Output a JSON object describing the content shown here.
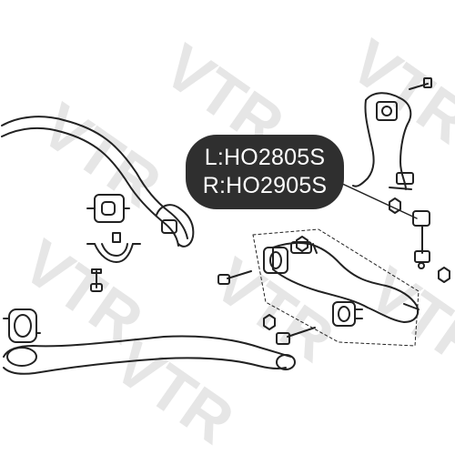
{
  "callout": {
    "left_part": "L:HO2805S",
    "right_part": "R:HO2905S"
  },
  "watermark": {
    "text": "VTR",
    "color": "#e6e6e6"
  },
  "colors": {
    "line": "#222222",
    "callout_bg": "#2f2f2f",
    "callout_text": "#ffffff"
  }
}
